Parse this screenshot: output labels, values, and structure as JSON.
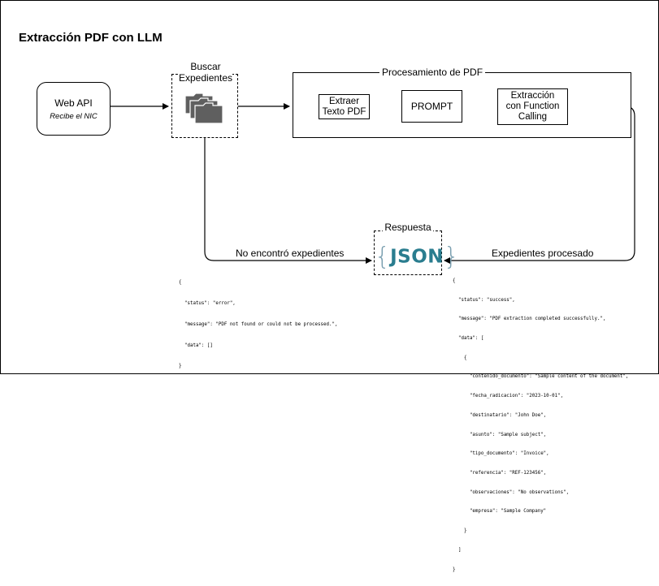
{
  "title": "Extracción PDF con LLM",
  "webapi": {
    "title": "Web API",
    "subtitle": "Recibe el NIC"
  },
  "buscar": {
    "label_line1": "Buscar",
    "label_line2": "Expedientes",
    "icon": "folders-icon"
  },
  "procesamiento": {
    "title": "Procesamiento de PDF",
    "steps": [
      {
        "line1": "Extraer",
        "line2": "Texto PDF"
      },
      {
        "line1": "PROMPT",
        "line2": ""
      },
      {
        "line1": "Extracción",
        "line2": "con Function",
        "line3": "Calling"
      }
    ]
  },
  "respuesta": {
    "label": "Respuesta",
    "logo": "JSON",
    "logo_color": "#2a7d8f"
  },
  "edges": {
    "no_encontro": "No encontró expedientes",
    "procesado": "Expedientes procesado"
  },
  "error_json": [
    "{",
    "  \"status\": \"error\",",
    "  \"message\": \"PDF not found or could not be processed.\",",
    "  \"data\": []",
    "}"
  ],
  "success_json": [
    "{",
    "  \"status\": \"success\",",
    "  \"message\": \"PDF extraction completed successfully.\",",
    "  \"data\": [",
    "    {",
    "      \"contenido_documento\": \"Sample content of the document\",",
    "      \"fecha_radicacion\": \"2023-10-01\",",
    "      \"destinatario\": \"John Doe\",",
    "      \"asunto\": \"Sample subject\",",
    "      \"tipo_documento\": \"Invoice\",",
    "      \"referencia\": \"REF-123456\",",
    "      \"observaciones\": \"No observations\",",
    "      \"empresa\": \"Sample Company\"",
    "    }",
    "  ]",
    "}"
  ]
}
